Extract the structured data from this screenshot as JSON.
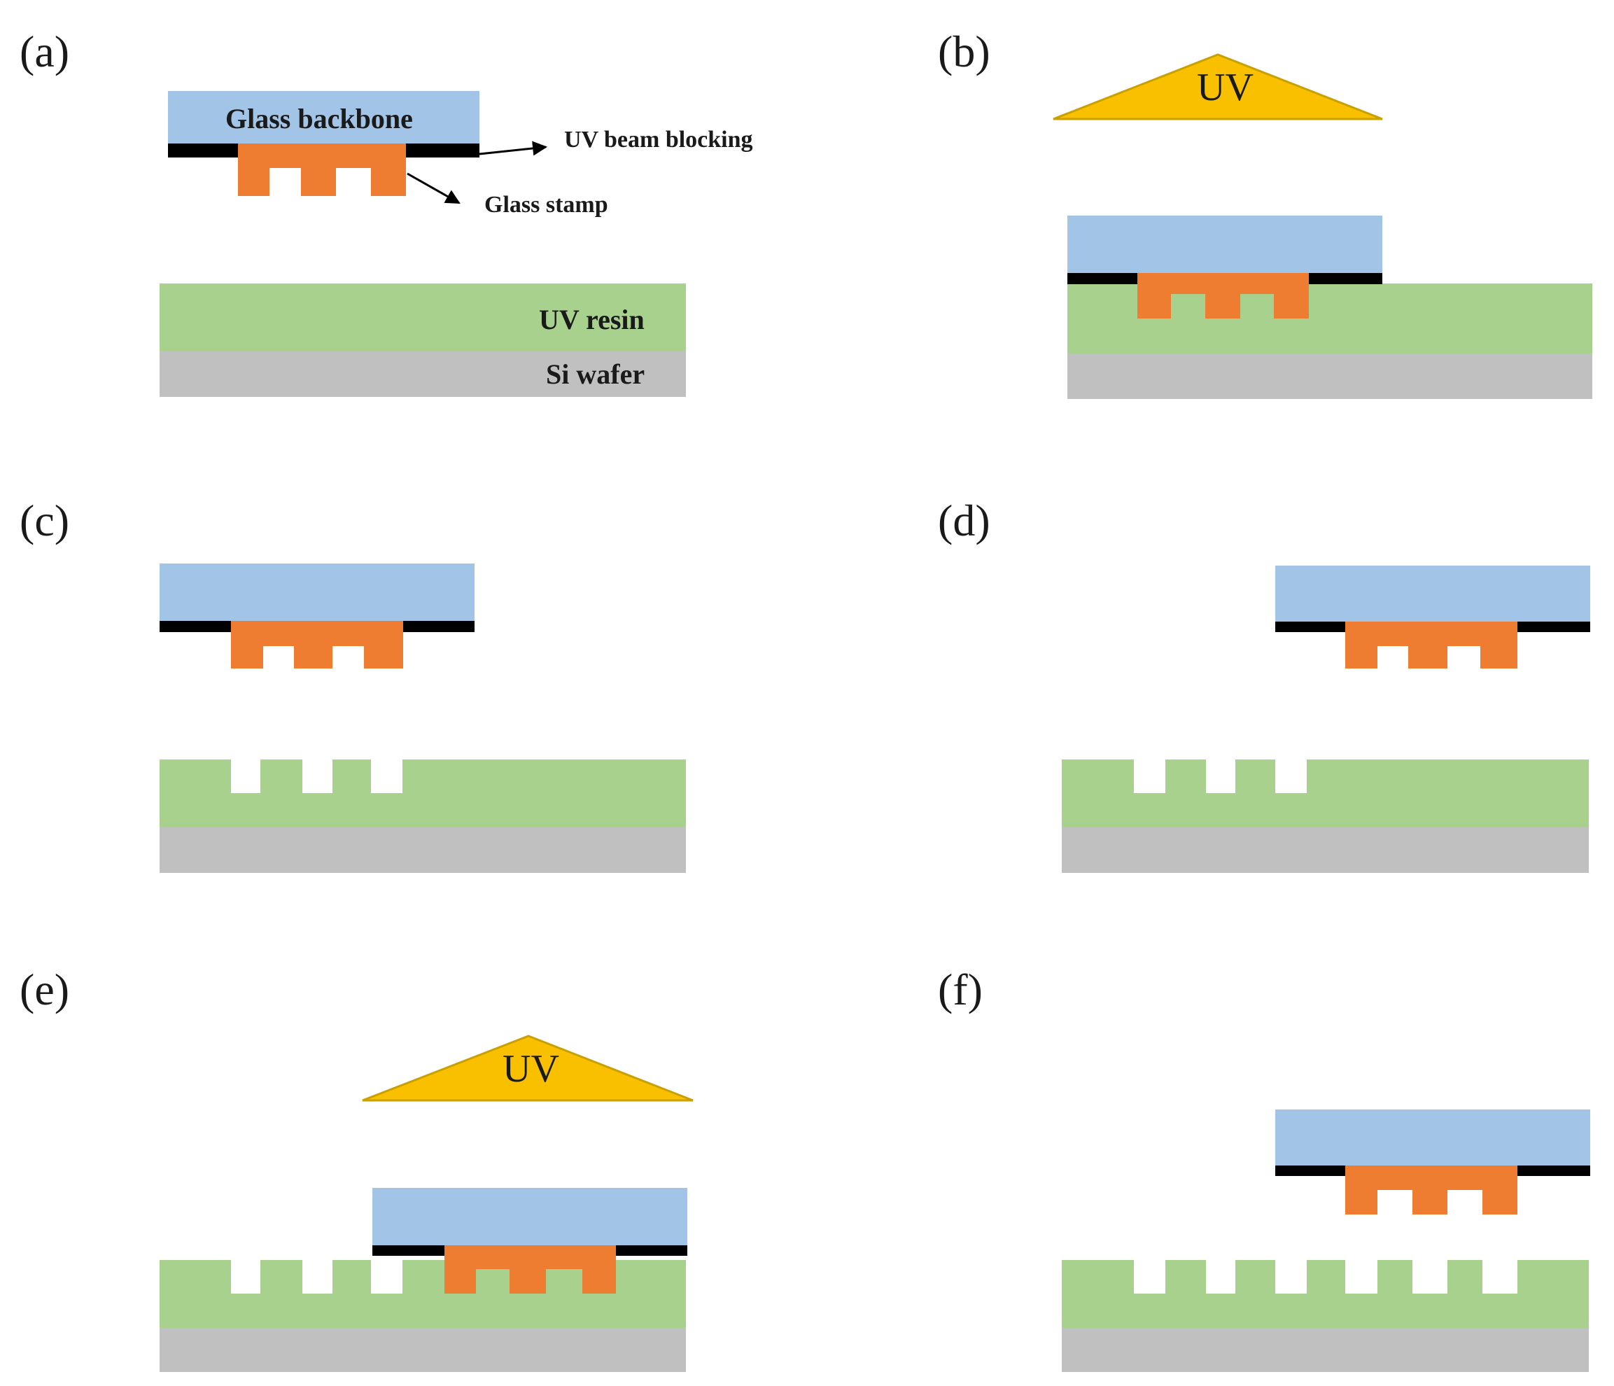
{
  "colors": {
    "glass_backbone": "#a2c4e6",
    "uv_blocking": "#000000",
    "glass_stamp": "#ef7d31",
    "uv_resin": "#a8d18e",
    "si_wafer": "#c0c0c0",
    "uv_lamp": "#f9c000",
    "uv_lamp_edge": "#caa000"
  },
  "panels": [
    {
      "label": "(a)"
    },
    {
      "label": "(b)"
    },
    {
      "label": "(c)"
    },
    {
      "label": "(d)"
    },
    {
      "label": "(e)"
    },
    {
      "label": "(f)"
    }
  ],
  "labels": {
    "glass_backbone": "Glass backbone",
    "uv_beam_blocking": "UV beam blocking",
    "glass_stamp": "Glass stamp",
    "uv_resin": "UV resin",
    "si_wafer": "Si wafer",
    "uv": "UV"
  }
}
